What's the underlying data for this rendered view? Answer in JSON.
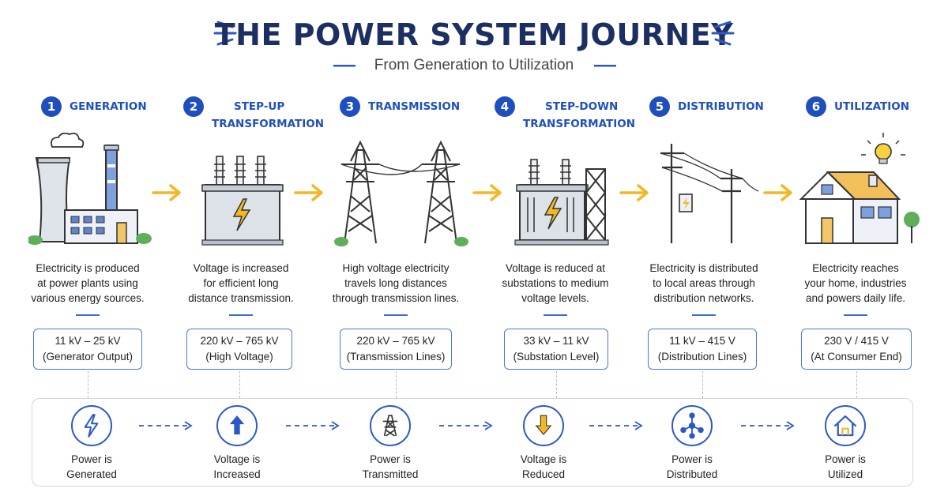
{
  "header": {
    "title": "THE POWER SYSTEM JOURNEY",
    "subtitle": "From Generation to Utilization"
  },
  "colors": {
    "accent": "#1f4fbf",
    "title": "#1c2f63",
    "arrow": "#f2b824",
    "box_border": "#4a78d8"
  },
  "stages": [
    {
      "number": "1",
      "name": "GENERATION",
      "name_line2": "",
      "icon": "power-plant-icon",
      "description": [
        "Electricity is produced",
        "at power plants using",
        "various energy sources."
      ],
      "voltage": "11 kV – 25 kV",
      "voltage_note": "(Generator Output)",
      "status_icon": "lightning-icon",
      "status": [
        "Power is",
        "Generated"
      ]
    },
    {
      "number": "2",
      "name": "STEP-UP",
      "name_line2": "TRANSFORMATION",
      "icon": "step-up-transformer-icon",
      "description": [
        "Voltage is increased",
        "for efficient long",
        "distance transmission."
      ],
      "voltage": "220 kV – 765 kV",
      "voltage_note": "(High Voltage)",
      "status_icon": "arrow-up-icon",
      "status": [
        "Voltage is",
        "Increased"
      ]
    },
    {
      "number": "3",
      "name": "TRANSMISSION",
      "name_line2": "",
      "icon": "transmission-tower-icon",
      "description": [
        "High voltage electricity",
        "travels long distances",
        "through transmission lines."
      ],
      "voltage": "220 kV – 765 kV",
      "voltage_note": "(Transmission Lines)",
      "status_icon": "tower-icon",
      "status": [
        "Power is",
        "Transmitted"
      ]
    },
    {
      "number": "4",
      "name": "STEP-DOWN",
      "name_line2": "TRANSFORMATION",
      "icon": "step-down-substation-icon",
      "description": [
        "Voltage is reduced at",
        "substations to medium",
        "voltage levels."
      ],
      "voltage": "33 kV – 11 kV",
      "voltage_note": "(Substation Level)",
      "status_icon": "arrow-down-icon",
      "status": [
        "Voltage is",
        "Reduced"
      ]
    },
    {
      "number": "5",
      "name": "DISTRIBUTION",
      "name_line2": "",
      "icon": "distribution-pole-icon",
      "description": [
        "Electricity is distributed",
        "to local areas through",
        "distribution networks."
      ],
      "voltage": "11 kV – 415 V",
      "voltage_note": "(Distribution Lines)",
      "status_icon": "network-icon",
      "status": [
        "Power is",
        "Distributed"
      ]
    },
    {
      "number": "6",
      "name": "UTILIZATION",
      "name_line2": "",
      "icon": "house-bulb-icon",
      "description": [
        "Electricity reaches",
        "your home, industries",
        "and powers daily life."
      ],
      "voltage": "230 V / 415 V",
      "voltage_note": "(At Consumer End)",
      "status_icon": "house-icon",
      "status": [
        "Power is",
        "Utilized"
      ]
    }
  ]
}
